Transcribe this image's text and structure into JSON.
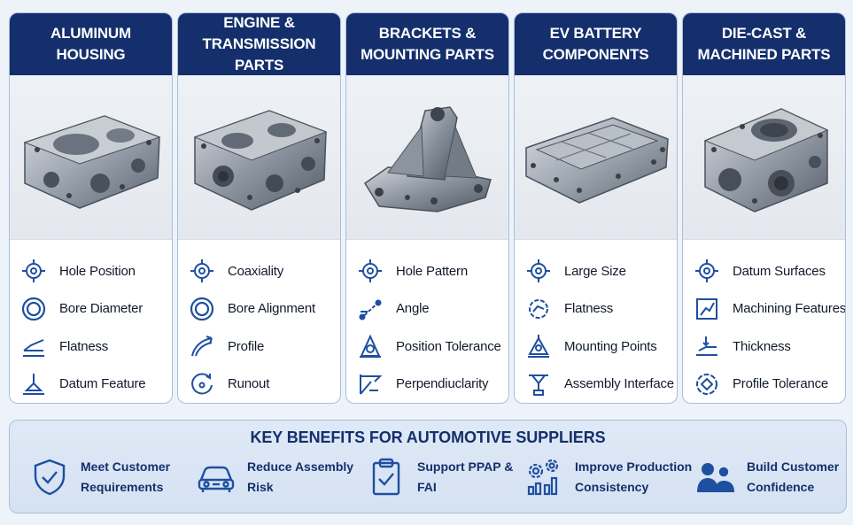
{
  "cards": [
    {
      "title": "ALUMINUM\nHOUSING",
      "features": [
        {
          "label": "Hole Position",
          "icon": "crosshair-icon"
        },
        {
          "label": "Bore Diameter",
          "icon": "bore-ring-icon"
        },
        {
          "label": "Flatness",
          "icon": "flatness-icon"
        },
        {
          "label": "Datum Feature",
          "icon": "datum-icon"
        }
      ]
    },
    {
      "title": "ENGINE &\nTRANSMISSION PARTS",
      "features": [
        {
          "label": "Coaxiality",
          "icon": "crosshair-icon"
        },
        {
          "label": "Bore Alignment",
          "icon": "bore-ring-icon"
        },
        {
          "label": "Profile",
          "icon": "profile-icon"
        },
        {
          "label": "Runout",
          "icon": "runout-icon"
        }
      ]
    },
    {
      "title": "BRACKETS &\nMOUNTING PARTS",
      "features": [
        {
          "label": "Hole Pattern",
          "icon": "crosshair-icon"
        },
        {
          "label": "Angle",
          "icon": "angle-icon"
        },
        {
          "label": "Position Tolerance",
          "icon": "position-tolerance-icon"
        },
        {
          "label": "Perpendiuclarity",
          "icon": "perpendicularity-icon"
        }
      ]
    },
    {
      "title": "EV BATTERY\nCOMPONENTS",
      "features": [
        {
          "label": "Large Size",
          "icon": "crosshair-icon"
        },
        {
          "label": "Flatness",
          "icon": "flatness-gear-icon"
        },
        {
          "label": "Mounting Points",
          "icon": "mounting-points-icon"
        },
        {
          "label": "Assembly Interface",
          "icon": "assembly-interface-icon"
        }
      ]
    },
    {
      "title": "DIE-CAST &\nMACHINED PARTS",
      "features": [
        {
          "label": "Datum Surfaces",
          "icon": "crosshair-icon"
        },
        {
          "label": "Machining Features",
          "icon": "machining-features-icon"
        },
        {
          "label": "Thickness",
          "icon": "thickness-icon"
        },
        {
          "label": "Profile Tolerance",
          "icon": "profile-tolerance-icon"
        }
      ]
    }
  ],
  "benefits": {
    "title": "KEY BENEFITS FOR AUTOMOTIVE SUPPLIERS",
    "items": [
      {
        "label": "Meet Customer\nRequirements",
        "icon": "shield-check-icon"
      },
      {
        "label": "Reduce Assembly\nRisk",
        "icon": "car-icon"
      },
      {
        "label": "Support PPAP &\nFAI",
        "icon": "clipboard-check-icon"
      },
      {
        "label": "Improve Production\nConsistency",
        "icon": "gears-chart-icon"
      },
      {
        "label": "Build Customer\nConfidence",
        "icon": "people-icon"
      }
    ]
  },
  "colors": {
    "header": "#142f6c",
    "accent": "#1f4fa0",
    "text": "#111a2c",
    "panel": "#dfe9f6"
  }
}
